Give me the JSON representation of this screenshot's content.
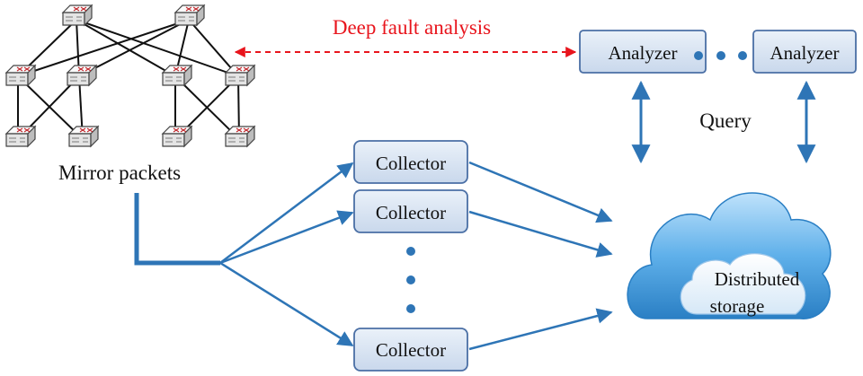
{
  "labels": {
    "mirror_packets": "Mirror packets",
    "deep_fault_analysis": "Deep fault analysis",
    "query": "Query",
    "distributed_storage_line1": "Distributed",
    "distributed_storage_line2": "storage"
  },
  "analyzers": [
    "Analyzer",
    "Analyzer"
  ],
  "collectors": [
    "Collector",
    "Collector",
    "Collector"
  ],
  "icons": {
    "switch": "network-switch-icon",
    "cloud": "cloud-storage-icon"
  },
  "colors": {
    "box_fill": "#dce6f2",
    "box_border": "#4a6fa5",
    "arrow_blue": "#2e75b6",
    "dashed_red": "#e8141c",
    "cloud_blue": "#3d9de0",
    "cloud_light": "#e9f3fb"
  }
}
